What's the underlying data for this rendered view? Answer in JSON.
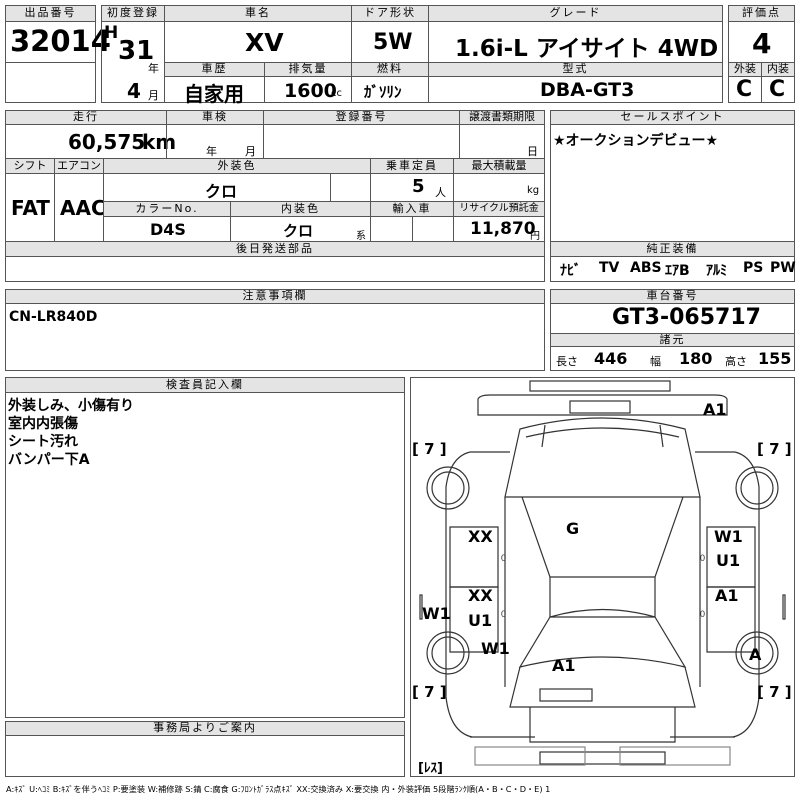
{
  "header": {
    "lot_label": "出品番号",
    "lot_no": "32014",
    "reg_label": "初度登録",
    "era": "H",
    "year": "31",
    "year_unit": "年",
    "month": "4",
    "month_unit": "月",
    "name_label": "車名",
    "name": "XV",
    "door_label": "ドア形状",
    "door": "5W",
    "grade_label": "グレード",
    "grade": "1.6i-L アイサイト 4WD",
    "score_label": "評価点",
    "score": "4",
    "history_label": "車歴",
    "history": "自家用",
    "disp_label": "排気量",
    "disp": "1600",
    "disp_unit": "cc",
    "fuel_label": "燃料",
    "fuel": "ｶﾞｿﾘﾝ",
    "model_label": "型式",
    "model": "DBA-GT3",
    "ext_label": "外装",
    "int_label": "内装",
    "ext_grade": "C",
    "int_grade": "C"
  },
  "row2": {
    "mileage_label": "走行",
    "mileage": "60,575",
    "mileage_unit": "km",
    "inspect_label": "車検",
    "inspect_y": "年",
    "inspect_m": "月",
    "plate_label": "登録番号",
    "transfer_label": "譲渡書類期限",
    "transfer_d": "日",
    "shift_label": "シフト",
    "shift": "FAT",
    "ac_label": "エアコン",
    "ac": "AAC",
    "color_label": "外装色",
    "color": "クロ",
    "seats_label": "乗車定員",
    "seats": "5",
    "seats_unit": "人",
    "load_label": "最大積載量",
    "load_unit": "kg",
    "color_no_label": "カラーNo.",
    "color_no": "D4S",
    "int_color_label": "内装色",
    "int_color": "クロ",
    "int_color_suffix": "系",
    "import_label": "輸入車",
    "recycle_label": "リサイクル預託金",
    "recycle": "11,870",
    "recycle_unit": "円"
  },
  "sales": {
    "label": "セールスポイント",
    "text": "★オークションデビュー★"
  },
  "later_parts": {
    "label": "後日発送部品"
  },
  "equipment": {
    "label": "純正装備",
    "items": [
      "ﾅﾋﾞ",
      "TV",
      "ABS",
      "ｴｱB",
      "ｱﾙﾐ",
      "PS",
      "PW"
    ]
  },
  "notes": {
    "label": "注意事項欄",
    "text": "CN-LR840D"
  },
  "chassis": {
    "label": "車台番号",
    "number": "GT3-065717",
    "dims_label": "諸元",
    "length_label": "長さ",
    "length": "446",
    "width_label": "幅",
    "width": "180",
    "height_label": "高さ",
    "height": "155"
  },
  "inspector": {
    "label": "検査員記入欄",
    "lines": [
      "外装しみ、小傷有り",
      "室内内張傷",
      "シート汚れ",
      "バンパー下A"
    ]
  },
  "office": {
    "label": "事務局よりご案内"
  },
  "diagram": {
    "marks": [
      "A1",
      "G",
      "XX",
      "W1",
      "U1",
      "XX",
      "U1",
      "A1",
      "W1",
      "W1",
      "A1",
      "A"
    ],
    "tires": [
      "[ 7 ]",
      "[ 7 ]",
      "[ 7 ]",
      "[ 7 ]"
    ],
    "spare": "[ﾚｽ]"
  },
  "legend": "A:ｷｽﾞ U:ﾍｺﾐ B:ｷｽﾞを伴うﾍｺﾐ P:要塗装 W:補修跡 S:錆 C:腐食 G:ﾌﾛﾝﾄｶﾞﾗｽ点ｷｽﾞ XX:交換済み X:要交換 内・外装評価 5段階ﾗﾝｸ順(A・B・C・D・E) 1"
}
